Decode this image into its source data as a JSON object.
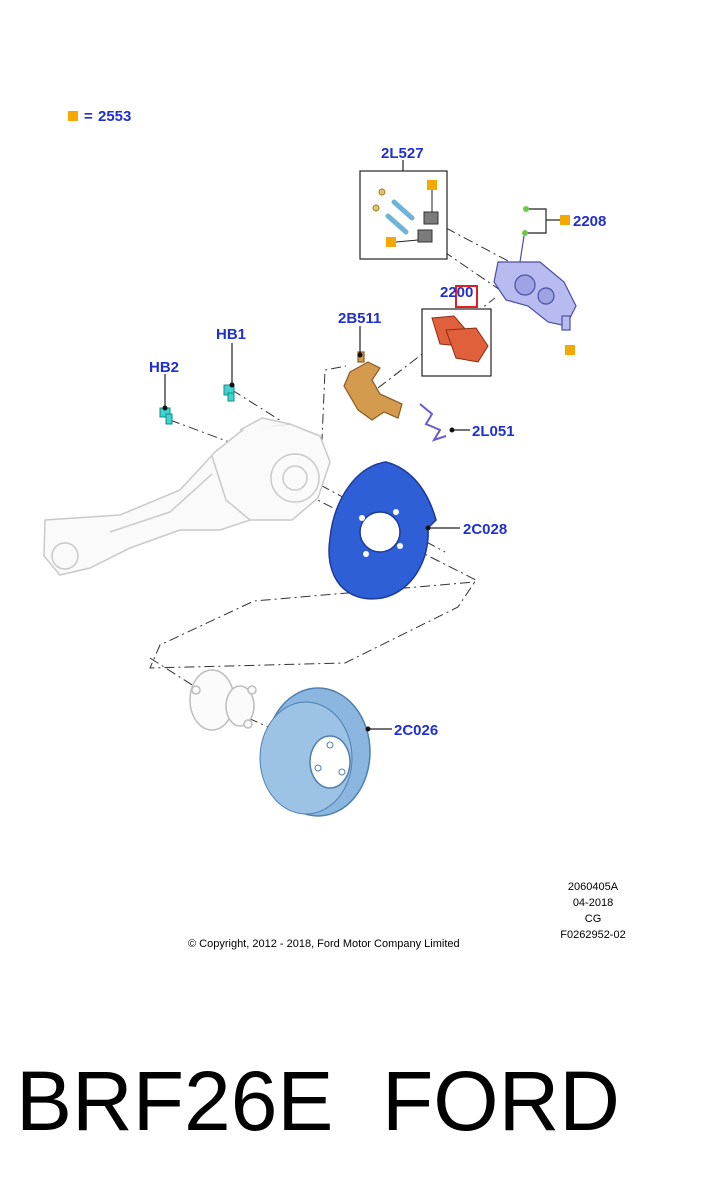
{
  "legend": {
    "symbol": "■",
    "equals": "=",
    "code": "2553"
  },
  "callouts": {
    "c2L527": "2L527",
    "c2208": "2208",
    "c2200": "2200",
    "c2B511": "2B511",
    "cHB1": "HB1",
    "cHB2": "HB2",
    "c2L051": "2L051",
    "c2C028": "2C028",
    "c2C026": "2C026"
  },
  "info": {
    "line1": "2060405A",
    "line2": "04-2018",
    "line3": "CG",
    "line4": "F0262952-02"
  },
  "copyright": "© Copyright, 2012 - 2018, Ford Motor Company Limited",
  "caption": {
    "part_no": "BRF26E",
    "brand": "FORD"
  },
  "colors": {
    "callout_text": "#1f2fd0",
    "marker": "#f5a800",
    "pad": "#e0603c",
    "caliper": "#b7bbef",
    "bracket": "#d49a4e",
    "shield": "#2f5fd6",
    "disc": "#8ab6df",
    "bolt": "#3fd4d0",
    "highlight": "#e02020"
  }
}
